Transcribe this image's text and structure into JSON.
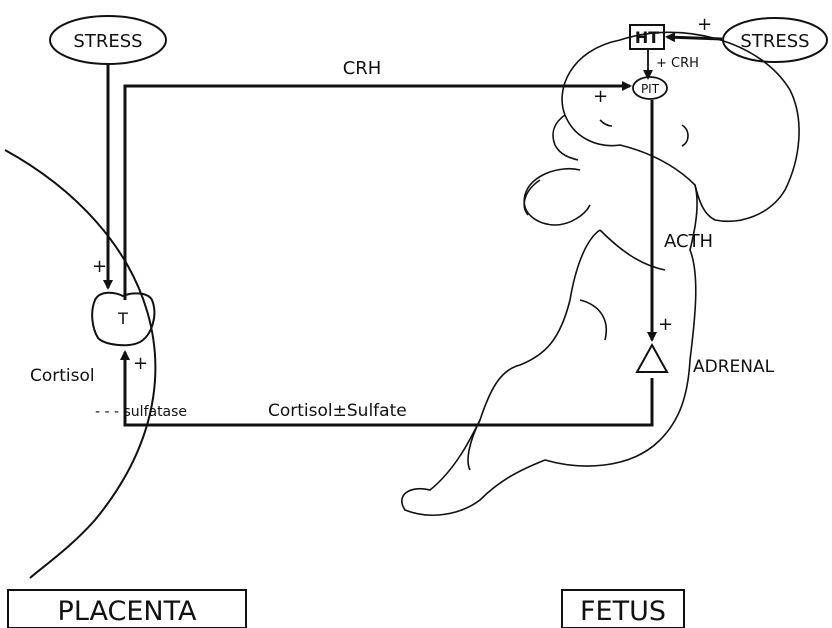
{
  "labels": {
    "stress_left": "STRESS",
    "stress_right": "STRESS",
    "crh_top": "CRH",
    "ht": "HT",
    "crh_small": "+ CRH",
    "pit": "PIT",
    "acth": "ACTH",
    "adrenal": "ADRENAL",
    "trophoblast": "T",
    "cortisol": "Cortisol",
    "sulfatase": "- - - sulfatase",
    "cortisol_sulfate": "Cortisol±Sulfate",
    "placenta": "PLACENTA",
    "fetus": "FETUS",
    "plus": "+"
  },
  "colors": {
    "line": "#111111",
    "background": "#ffffff"
  }
}
